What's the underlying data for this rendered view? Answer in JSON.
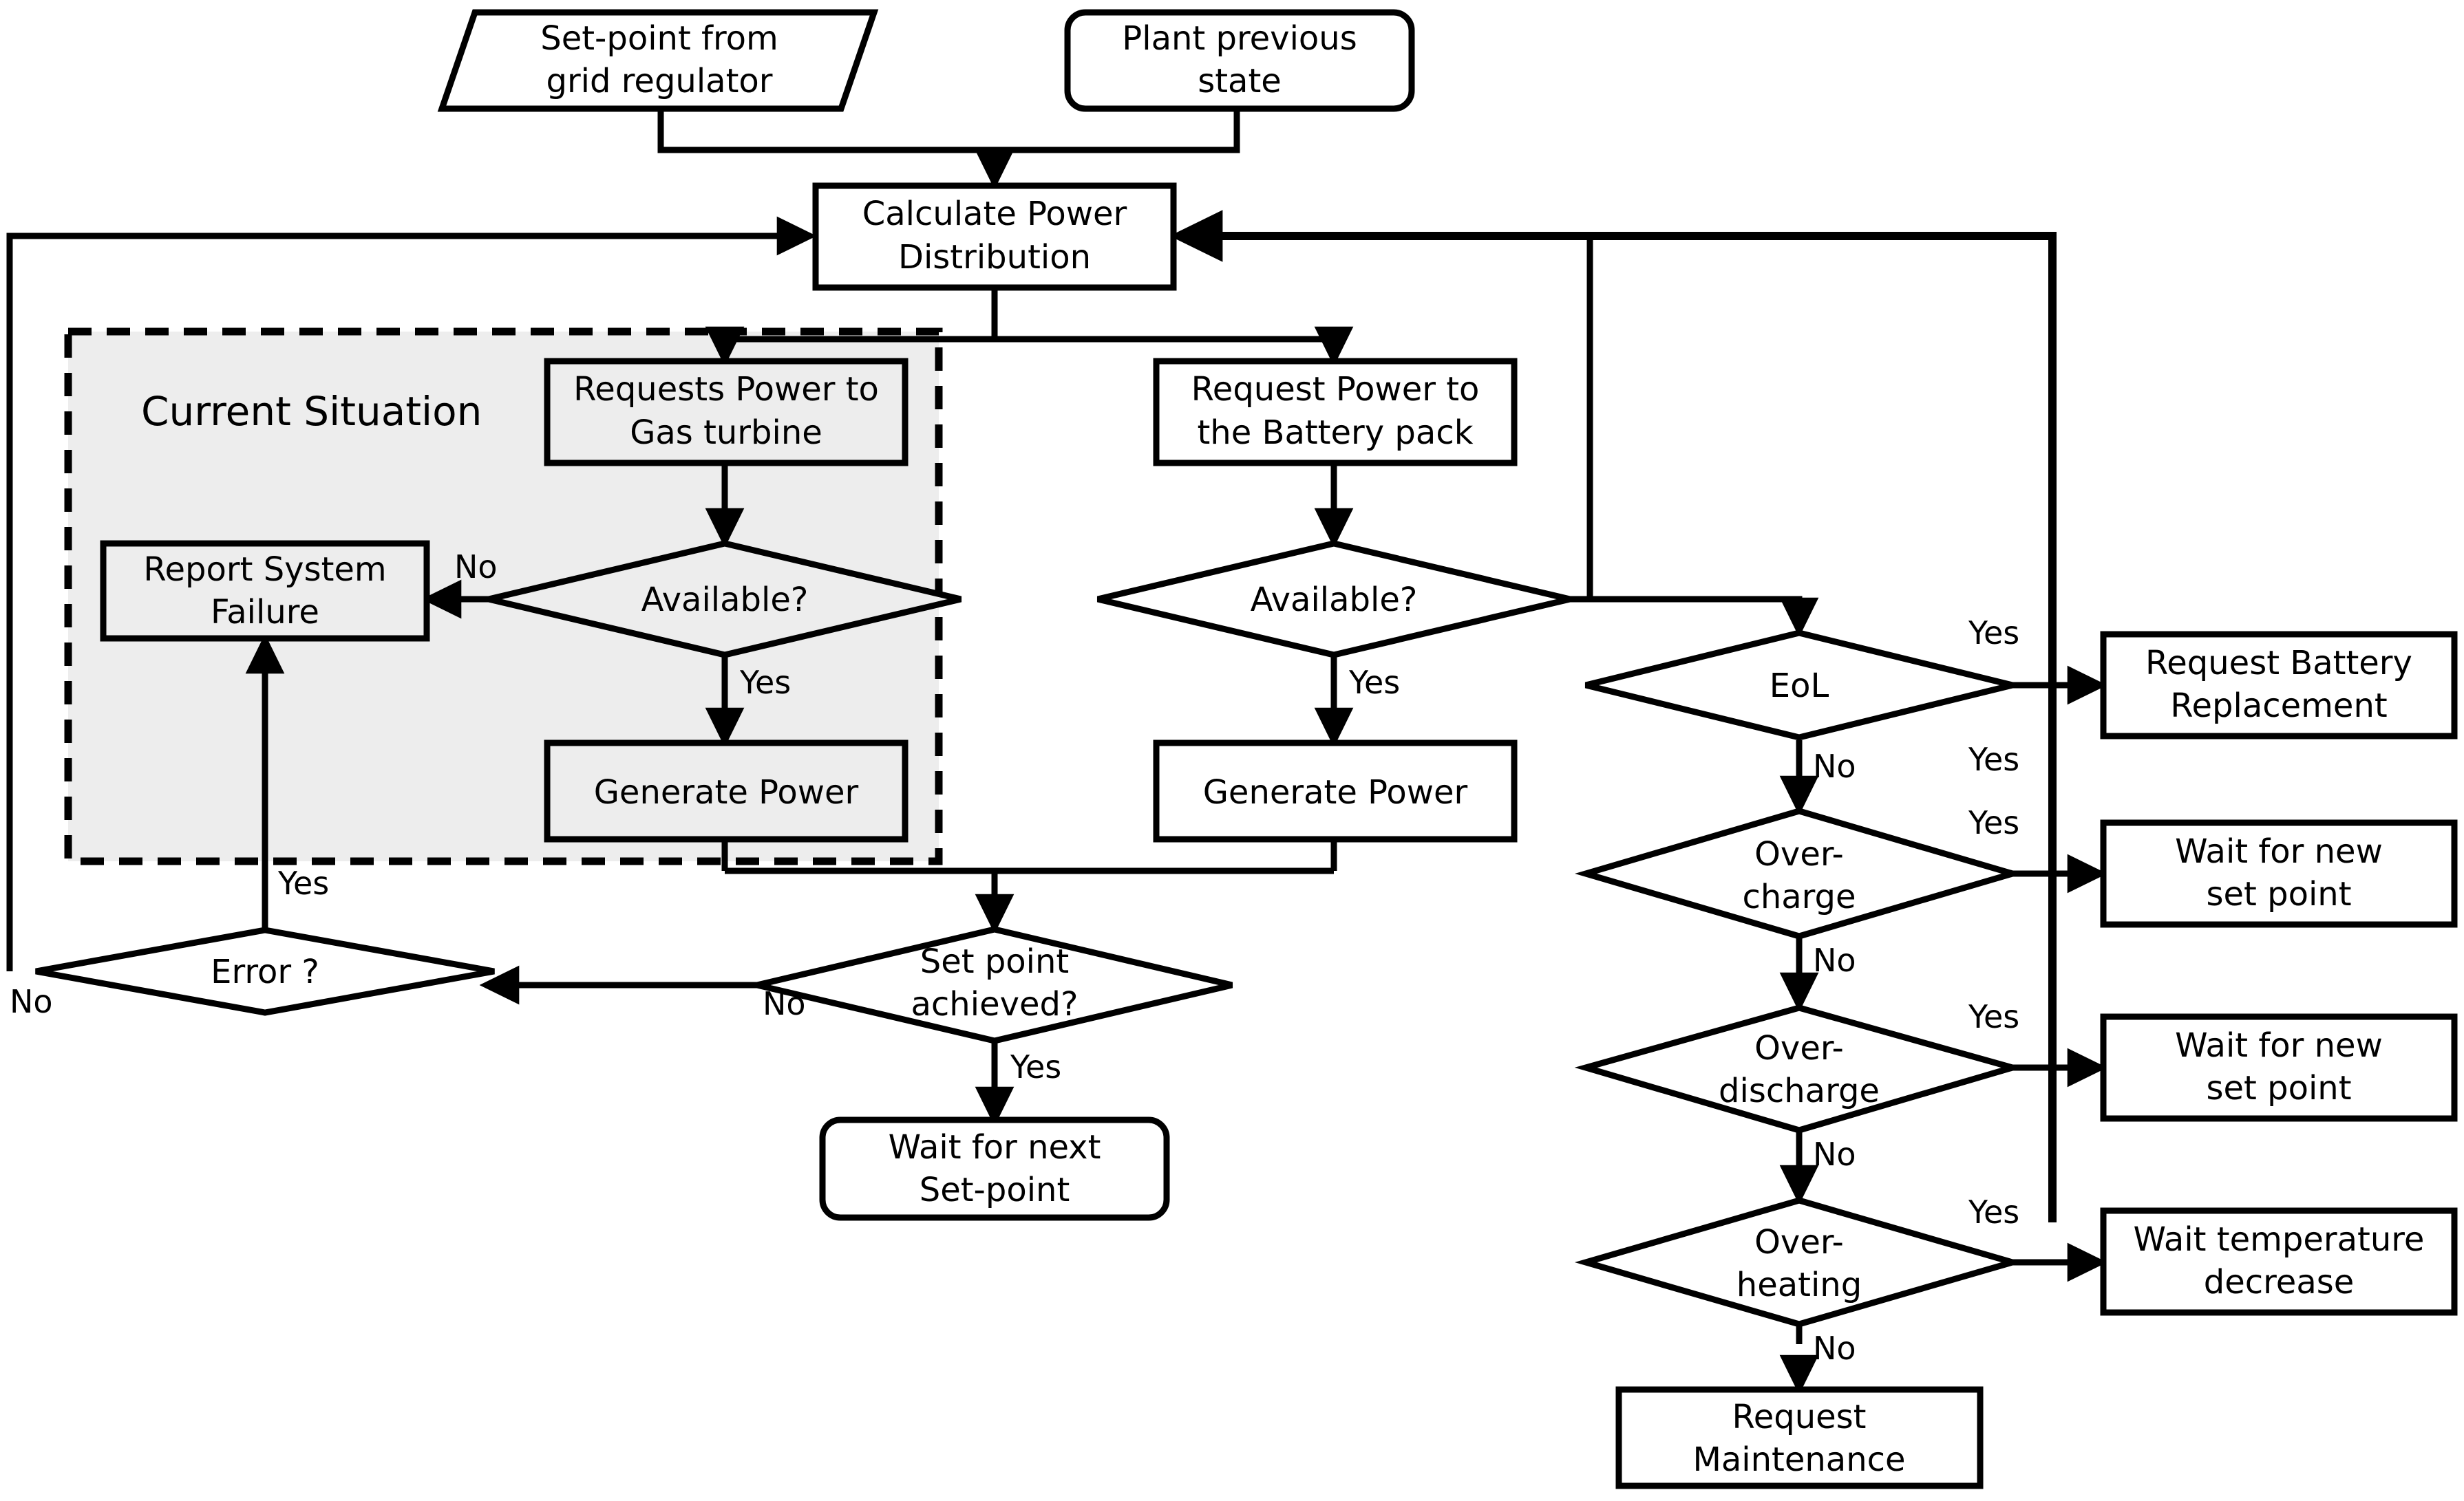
{
  "diagram": {
    "title": "Power distribution control flowchart",
    "group": {
      "label": "Current Situation",
      "style": "dashed-gray-region"
    },
    "colors": {
      "stroke": "#000000",
      "background": "#ffffff",
      "group_fill": "#ededed"
    },
    "nodes": {
      "setpoint_input": {
        "label_line1": "Set-point from",
        "label_line2": "grid regulator",
        "shape": "parallelogram"
      },
      "plant_state": {
        "label_line1": "Plant previous",
        "label_line2": "state",
        "shape": "rounded-rectangle"
      },
      "calculate_power": {
        "label_line1": "Calculate Power",
        "label_line2": "Distribution",
        "shape": "rectangle"
      },
      "request_gas": {
        "label_line1": "Requests Power to",
        "label_line2": "Gas turbine",
        "shape": "rectangle"
      },
      "request_battery": {
        "label_line1": "Request Power to",
        "label_line2": "the Battery pack",
        "shape": "rectangle"
      },
      "gas_available": {
        "label": "Available?",
        "shape": "diamond"
      },
      "battery_available": {
        "label": "Available?",
        "shape": "diamond"
      },
      "report_failure": {
        "label_line1": "Report System",
        "label_line2": "Failure",
        "shape": "rectangle"
      },
      "generate_power_gas": {
        "label": "Generate Power",
        "shape": "rectangle"
      },
      "generate_power_battery": {
        "label": "Generate Power",
        "shape": "rectangle"
      },
      "setpoint_achieved": {
        "label_line1": "Set point",
        "label_line2": "achieved?",
        "shape": "diamond"
      },
      "error_check": {
        "label": "Error ?",
        "shape": "diamond"
      },
      "wait_next_setpoint": {
        "label_line1": "Wait for next",
        "label_line2": "Set-point",
        "shape": "rounded-rectangle"
      },
      "eol": {
        "label": "EoL",
        "shape": "diamond"
      },
      "overcharge": {
        "label_line1": "Over-",
        "label_line2": "charge",
        "shape": "diamond"
      },
      "overdischarge": {
        "label_line1": "Over-",
        "label_line2": "discharge",
        "shape": "diamond"
      },
      "overheating": {
        "label_line1": "Over-",
        "label_line2": "heating",
        "shape": "diamond"
      },
      "request_battery_replacement": {
        "label_line1": "Request Battery",
        "label_line2": "Replacement",
        "shape": "rectangle"
      },
      "wait_new_setpoint_1": {
        "label_line1": "Wait for new",
        "label_line2": "set point",
        "shape": "rectangle"
      },
      "wait_new_setpoint_2": {
        "label_line1": "Wait for new",
        "label_line2": "set point",
        "shape": "rectangle"
      },
      "wait_temperature": {
        "label_line1": "Wait temperature",
        "label_line2": "decrease",
        "shape": "rectangle"
      },
      "request_maintenance": {
        "label_line1": "Request",
        "label_line2": "Maintenance",
        "shape": "rectangle"
      }
    },
    "edge_labels": {
      "gas_available_no": "No",
      "gas_available_yes": "Yes",
      "battery_available_yes": "Yes",
      "setpoint_achieved_no": "No",
      "setpoint_achieved_yes": "Yes",
      "error_yes": "Yes",
      "error_no": "No",
      "eol_yes": "Yes",
      "eol_no": "No",
      "overcharge_yes": "Yes",
      "overcharge_no": "No",
      "overdischarge_yes": "Yes",
      "overdischarge_no": "No",
      "overheating_yes": "Yes",
      "overheating_no": "No"
    }
  }
}
